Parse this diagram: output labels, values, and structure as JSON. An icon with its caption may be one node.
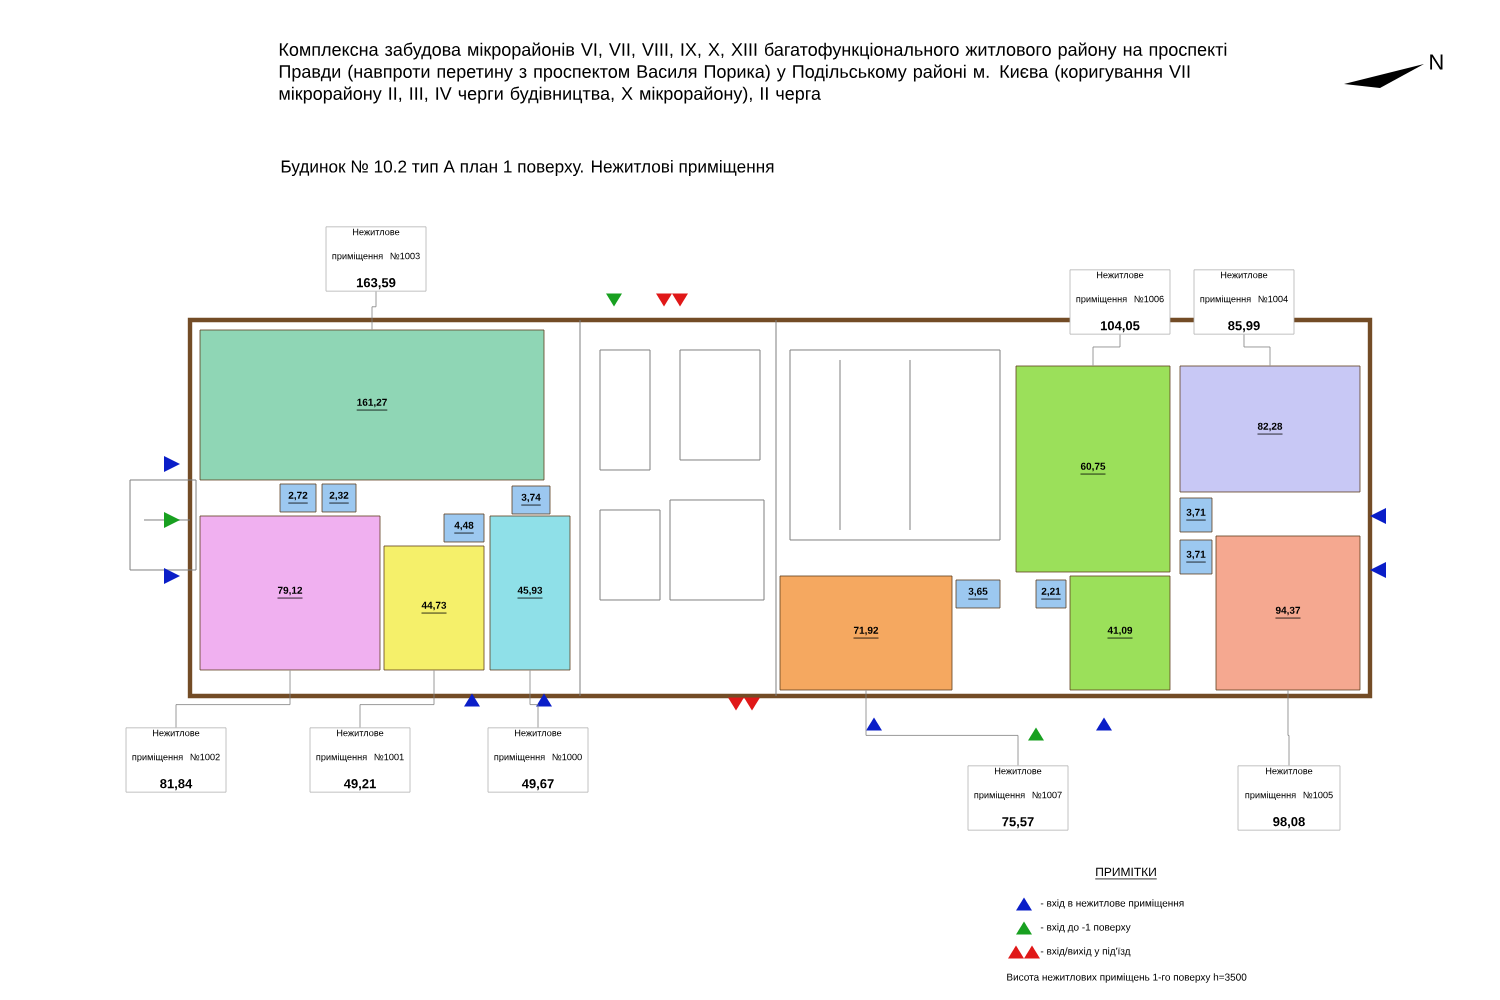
{
  "diagram": {
    "title": "Комплексна забудова мікрорайонів VI, VII, VIII, IX, X, XIII багатофункціонального житлового району на проспекті Правди (навпроти перетину з проспектом Василя Порика) у Подільському районі м. Києва (коригування VII мікрорайону II, III, IV черги будівництва, X мікрорайону), II черга",
    "nodes": [
      {
        "text": [
          "Нежитлове приміщення №1003",
          "163,59"
        ]
      },
      {
        "text": [
          "Нежитлове приміщення №1006",
          "104,05"
        ]
      },
      {
        "text": [
          "Нежитлове приміщення №1004",
          "85,99"
        ]
      },
      {
        "text": [
          "161,27"
        ]
      },
      {
        "text": [
          "2,72"
        ]
      },
      {
        "text": [
          "2,32"
        ]
      },
      {
        "text": [
          "3,74"
        ]
      },
      {
        "text": [
          "60,75"
        ]
      },
      {
        "text": [
          "82,28"
        ]
      },
      {
        "text": [
          "3,71"
        ]
      },
      {
        "text": [
          "3,71"
        ]
      },
      {
        "text": [
          "79,12"
        ]
      },
      {
        "text": [
          "4,48"
        ]
      },
      {
        "text": [
          "44,73"
        ]
      },
      {
        "text": [
          "45,93"
        ]
      },
      {
        "text": [
          "3,65"
        ]
      },
      {
        "text": [
          "2,21"
        ]
      },
      {
        "text": [
          "71,92"
        ]
      },
      {
        "text": [
          "41,09"
        ]
      },
      {
        "text": [
          "94,37"
        ]
      },
      {
        "text": [
          "Нежитлове приміщення №1002",
          "81,84"
        ]
      },
      {
        "text": [
          "Нежитлове приміщення №1001",
          "49,21"
        ]
      },
      {
        "text": [
          "Нежитлове приміщення №1000",
          "49,67"
        ]
      },
      {
        "text": [
          "Нежитлове приміщення №1007",
          "75,57"
        ]
      },
      {
        "text": [
          "Нежитлове приміщення №1005",
          "98,08"
        ]
      }
    ],
    "edges": [
      {
        "from": 0,
        "to": 3,
        "arrow": "none"
      },
      {
        "from": 1,
        "to": 7,
        "arrow": "none"
      },
      {
        "from": 2,
        "to": 8,
        "arrow": "none"
      },
      {
        "from": 20,
        "to": 11,
        "arrow": "none"
      },
      {
        "from": 21,
        "to": 13,
        "arrow": "none"
      },
      {
        "from": 22,
        "to": 14,
        "arrow": "none"
      },
      {
        "from": 23,
        "to": 17,
        "arrow": "none"
      },
      {
        "from": 24,
        "to": 19,
        "arrow": "none"
      }
    ],
    "labels": [
      "N",
      "Будинок № 10.2   тип А   план 1 поверху. Нежитлові приміщення",
      "ПРИМІТКИ",
      "Висота нежитлових приміщень 1-го поверху h=3500"
    ],
    "legend": [
      {
        "text": "- вхід в нежитлове приміщення"
      },
      {
        "text": "- вхід до -1 поверху"
      },
      {
        "text": "- вхід/вихід у під'їзд"
      }
    ]
  }
}
